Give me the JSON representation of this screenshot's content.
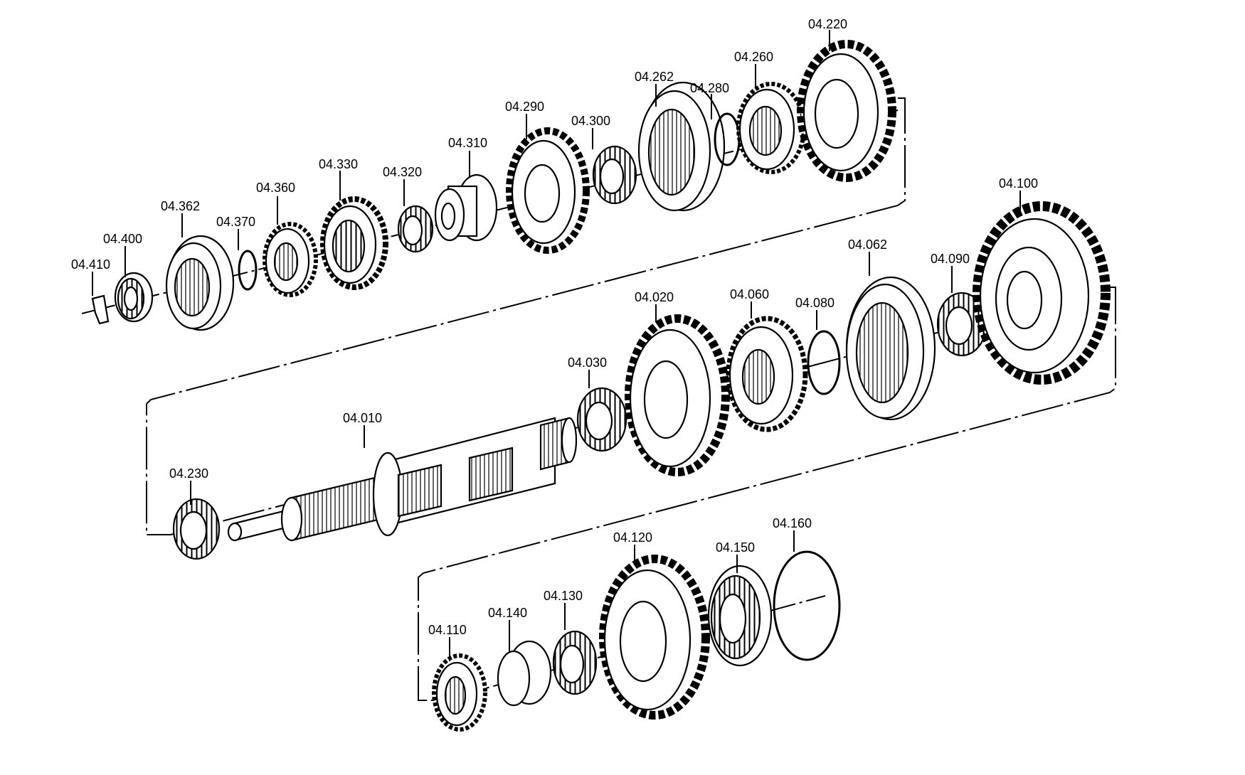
{
  "diagram": {
    "labels": {
      "p04_220": "04.220",
      "p04_260": "04.260",
      "p04_262": "04.262",
      "p04_280": "04.280",
      "p04_290": "04.290",
      "p04_300": "04.300",
      "p04_310": "04.310",
      "p04_320": "04.320",
      "p04_330": "04.330",
      "p04_360": "04.360",
      "p04_362": "04.362",
      "p04_370": "04.370",
      "p04_400": "04.400",
      "p04_410": "04.410",
      "p04_100": "04.100",
      "p04_062": "04.062",
      "p04_090": "04.090",
      "p04_020": "04.020",
      "p04_060": "04.060",
      "p04_080": "04.080",
      "p04_030": "04.030",
      "p04_010": "04.010",
      "p04_230": "04.230",
      "p04_160": "04.160",
      "p04_120": "04.120",
      "p04_150": "04.150",
      "p04_130": "04.130",
      "p04_140": "04.140",
      "p04_110": "04.110"
    }
  }
}
